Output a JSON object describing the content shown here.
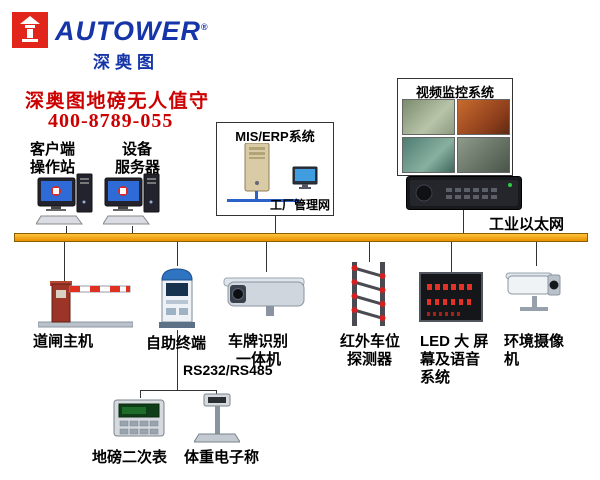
{
  "logo": {
    "brand": "AUTOWER",
    "reg": "®",
    "brand_cn": "深奥图"
  },
  "header": {
    "title": "深奥图地磅无人值守",
    "phone": "400-8789-055"
  },
  "top": {
    "client_line1": "客户端",
    "client_line2": "操作站",
    "server_line1": "设备",
    "server_line2": "服务器",
    "mis_title": "MIS/ERP系统",
    "mis_subnet": "工厂管理网",
    "video_title": "视频监控系统"
  },
  "bus": {
    "label": "工业以太网"
  },
  "bottom": {
    "barrier": "道闸主机",
    "kiosk": "自助终端",
    "lpr_line1": "车牌识别",
    "lpr_line2": "一体机",
    "infrared_line1": "红外车位",
    "infrared_line2": "探测器",
    "led_line1": "LED 大 屏",
    "led_line2": "幕及语音",
    "led_line3": "系统",
    "envcam_line1": "环境摄像",
    "envcam_line2": "机",
    "serial": "RS232/RS485",
    "indicator": "地磅二次表",
    "scale": "体重电子称"
  },
  "colors": {
    "accent_red": "#cc0000",
    "brand_blue": "#1535a8",
    "bus_yellow": "#f2a007"
  }
}
